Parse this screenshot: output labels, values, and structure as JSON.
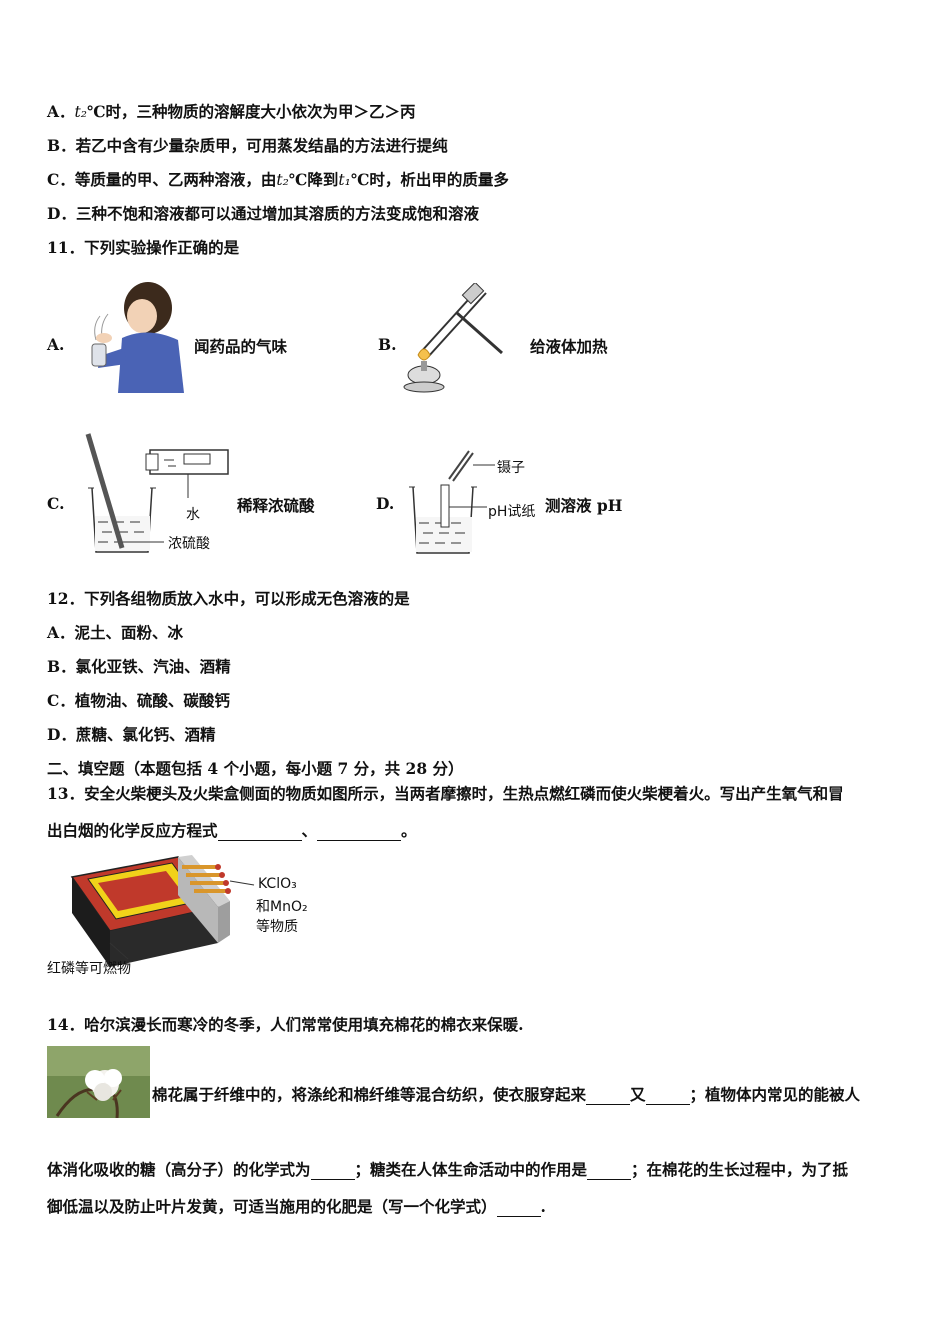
{
  "q10": {
    "optA_pre": "A．",
    "optA_t2": "t₂",
    "optA_post": "℃时，三种物质的溶解度大小依次为甲＞乙＞丙",
    "optB": "B．若乙中含有少量杂质甲，可用蒸发结晶的方法进行提纯",
    "optC_pre": "C．等质量的甲、乙两种溶液，由",
    "optC_t2": "t₂",
    "optC_mid": "℃降到",
    "optC_t1": "t₁",
    "optC_post": "℃时，析出甲的质量多",
    "optD": "D．三种不饱和溶液都可以通过增加其溶质的方法变成饱和溶液"
  },
  "q11": {
    "stem": "11．下列实验操作正确的是",
    "a_letter": "A.",
    "a_caption": "闻药品的气味",
    "b_letter": "B.",
    "b_caption": "给液体加热",
    "c_letter": "C.",
    "c_caption": "稀释浓硫酸",
    "c_label_water": "水",
    "c_label_acid": "浓硫酸",
    "d_letter": "D.",
    "d_caption": "测溶液 pH",
    "d_label_tweezers": "镊子",
    "d_label_paper": "pH试纸"
  },
  "q12": {
    "stem": "12．下列各组物质放入水中，可以形成无色溶液的是",
    "optA": "A．泥土、面粉、冰",
    "optB": "B．氯化亚铁、汽油、酒精",
    "optC": "C．植物油、硫酸、碳酸钙",
    "optD": "D．蔗糖、氯化钙、酒精"
  },
  "section2": "二、填空题（本题包括 4 个小题，每小题 7 分，共 28 分）",
  "q13": {
    "line1": "13．安全火柴梗头及火柴盒侧面的物质如图所示，当两者摩擦时，生热点燃红磷而使火柴梗着火。写出产生氧气和冒",
    "line2_pre": "出白烟的化学反应方程式",
    "line2_sep": "、",
    "line2_end": "。",
    "label_kclo3": "KClO₃",
    "label_mno2": "和MnO₂",
    "label_etc": "等物质",
    "label_red_p": "红磷等可燃物"
  },
  "q14": {
    "stem": "14．哈尔滨漫长而寒冷的冬季，人们常常使用填充棉花的棉衣来保暖.",
    "line2_pre": "棉花属于纤维中的，将涤纶和棉纤维等混合纺织，使衣服穿起来",
    "line2_mid": "又",
    "line2_post": "；植物体内常见的能被人",
    "line3_pre": "体消化吸收的糖（高分子）的化学式为",
    "line3_mid": "；糖类在人体生命活动中的作用是",
    "line3_post": "；在棉花的生长过程中，为了抵",
    "line4_pre": "御低温以及防止叶片发黄，可适当施用的化肥是（写一个化学式）",
    "line4_end": "."
  }
}
